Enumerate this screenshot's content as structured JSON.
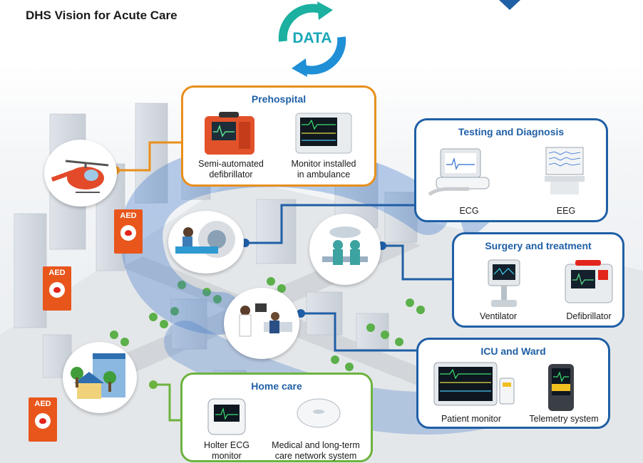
{
  "header": {
    "title": "DHS Vision for Acute Care"
  },
  "data_badge": {
    "label": "DATA"
  },
  "colors": {
    "prehospital": "#e98f1c",
    "hospital": "#1f5fa6",
    "home": "#6db33f",
    "accent_teal": "#1bb0a0",
    "aed": "#e8561c"
  },
  "aed_label": "AED",
  "panels": {
    "prehospital": {
      "title": "Prehospital",
      "items": [
        {
          "caption": "Semi-automated\ndefibrillator",
          "icon": "defibrillator-icon"
        },
        {
          "caption": "Monitor installed\nin ambulance",
          "icon": "monitor-icon"
        }
      ]
    },
    "testing": {
      "title": "Testing and Diagnosis",
      "items": [
        {
          "caption": "ECG",
          "icon": "ecg-device-icon"
        },
        {
          "caption": "EEG",
          "icon": "eeg-device-icon"
        }
      ]
    },
    "surgery": {
      "title": "Surgery and treatment",
      "items": [
        {
          "caption": "Ventilator",
          "icon": "ventilator-icon"
        },
        {
          "caption": "Defibrillator",
          "icon": "defibrillator-icon"
        }
      ]
    },
    "icu": {
      "title": "ICU and Ward",
      "items": [
        {
          "caption": "Patient monitor",
          "icon": "patient-monitor-icon"
        },
        {
          "caption": "Telemetry system",
          "icon": "telemetry-icon"
        }
      ]
    },
    "home": {
      "title": "Home care",
      "items": [
        {
          "caption": "Holter ECG\nmonitor",
          "icon": "holter-monitor-icon"
        },
        {
          "caption": "Medical and long-term\ncare network system",
          "icon": "network-hub-icon"
        }
      ]
    }
  }
}
